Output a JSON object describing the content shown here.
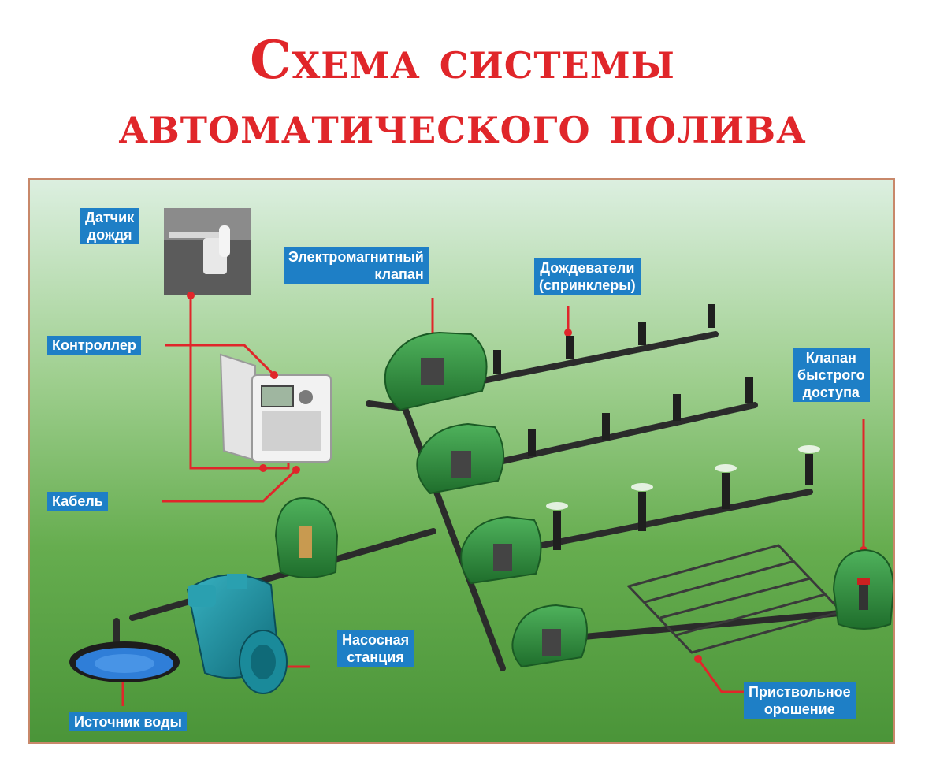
{
  "title": {
    "line1": "Схема системы",
    "line2": "автоматического полива"
  },
  "labels": {
    "rain_sensor": [
      "Датчик",
      "дождя"
    ],
    "solenoid_valve": [
      "Электромагнитный",
      "клапан"
    ],
    "sprinklers": [
      "Дождеватели",
      "(спринклеры)"
    ],
    "controller": "Контроллер",
    "quick_valve": [
      "Клапан",
      "быстрого",
      "доступа"
    ],
    "cable": "Кабель",
    "pump_station": [
      "Насосная",
      "станция"
    ],
    "water_source": "Источник воды",
    "drip": [
      "Приствольное",
      "орошение"
    ]
  },
  "colors": {
    "title": "#e0262a",
    "label_bg": "#1e7fc6",
    "callout": "#e0262a",
    "grass_top": "#d8ecd9",
    "grass_bottom": "#4e9b3c",
    "valve_box": "#2f8f3e",
    "pump": "#1a8a9a"
  }
}
